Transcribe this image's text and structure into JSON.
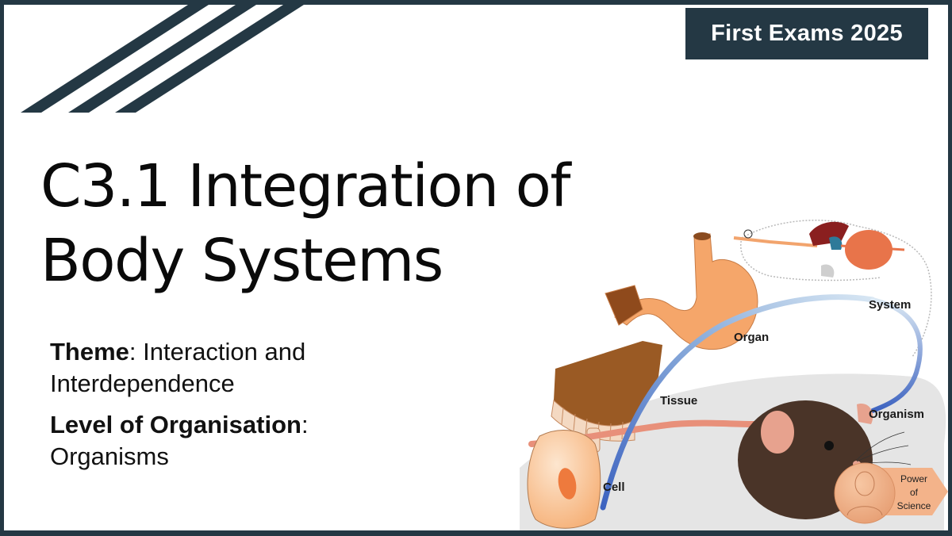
{
  "badge": {
    "label": "First Exams 2025"
  },
  "title": {
    "line1": "C3.1 Integration of",
    "line2": "Body Systems"
  },
  "theme": {
    "label": "Theme",
    "separator": ":",
    "value": " Interaction and Interdependence"
  },
  "level": {
    "label": "Level of Organisation",
    "separator": ":",
    "value": "Organisms"
  },
  "illustration": {
    "labels": {
      "cell": "Cell",
      "tissue": "Tissue",
      "organ": "Organ",
      "system": "System",
      "organism": "Organism"
    },
    "logo": {
      "line1": "Power",
      "line2": "of",
      "line3": "Science"
    }
  },
  "colors": {
    "frame": "#243844",
    "background": "#ffffff",
    "title_text": "#0a0a0a",
    "arrow_blue": "#4a6fc4",
    "organ_orange": "#f5a66a",
    "tissue_brown": "#9a5a24",
    "mouse_brown": "#4a3428",
    "logo_peach": "#f3b38a"
  }
}
